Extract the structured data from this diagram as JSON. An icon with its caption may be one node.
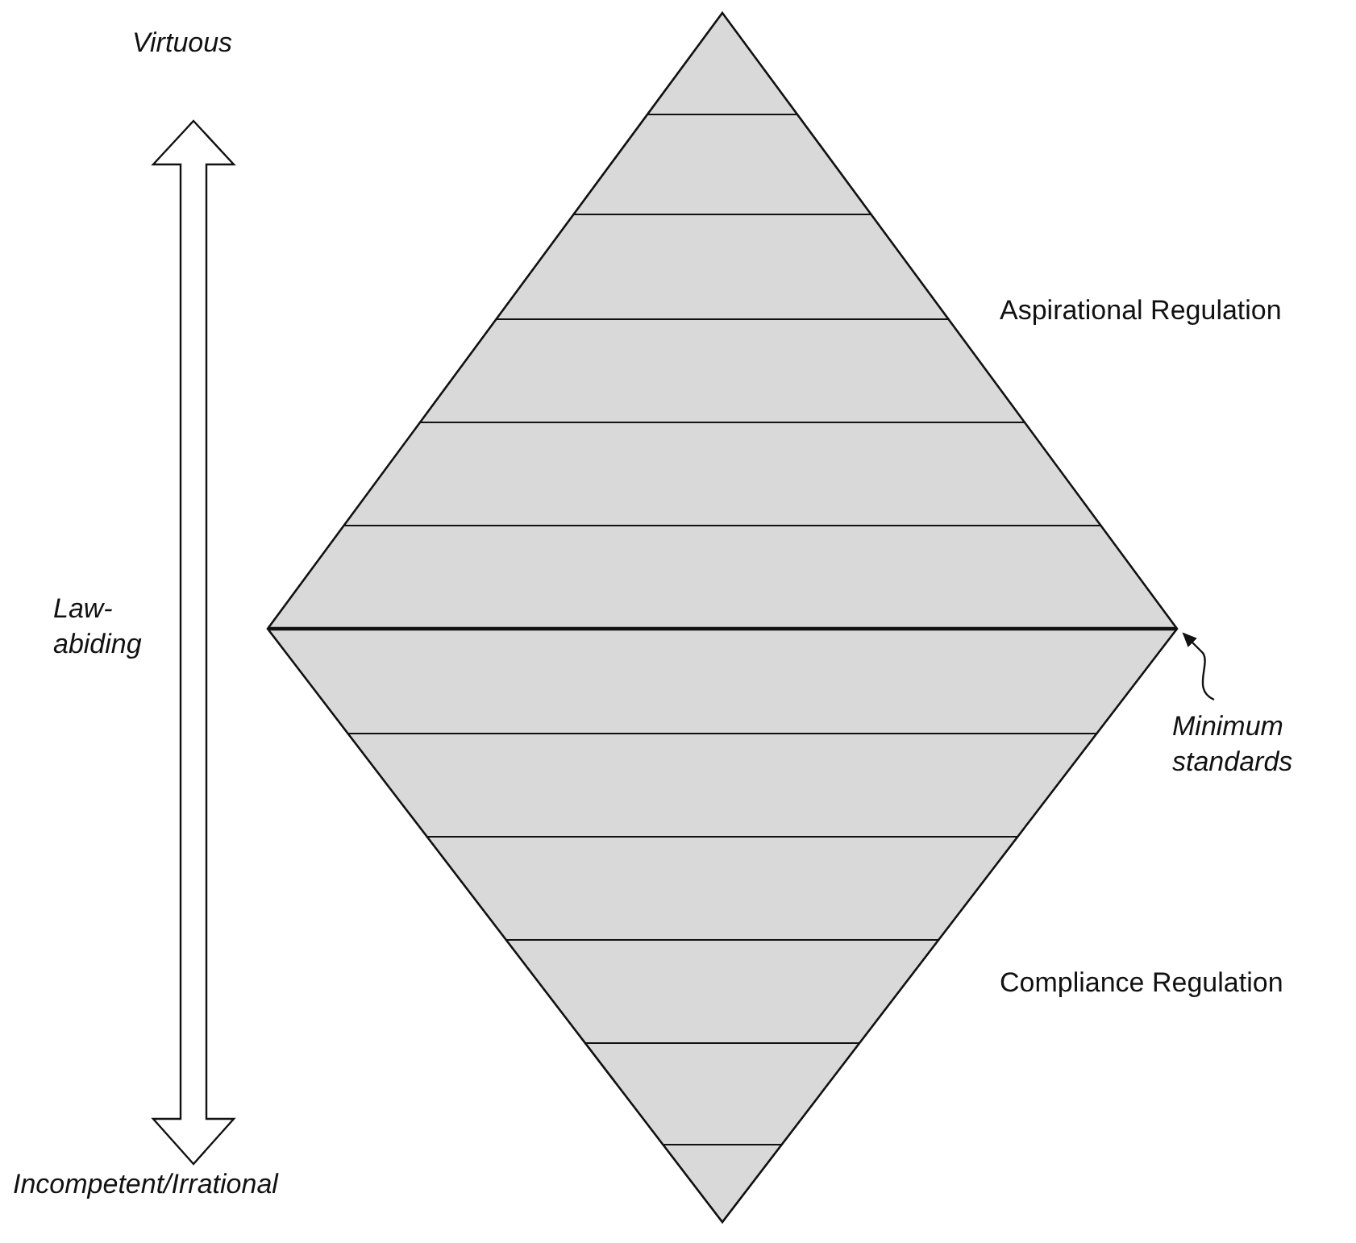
{
  "diagram": {
    "nodes": [
      {
        "text": [],
        "shape": "diamond"
      },
      {
        "text": [
          "Minimum standards"
        ]
      }
    ],
    "edges": [
      {
        "from": 1,
        "to": 0,
        "arrow": "to"
      }
    ],
    "labels": [
      "Virtuous",
      "Aspirational Regulation",
      "Law-abiding",
      "Compliance Regulation",
      "Incompetent/Irrational"
    ]
  }
}
